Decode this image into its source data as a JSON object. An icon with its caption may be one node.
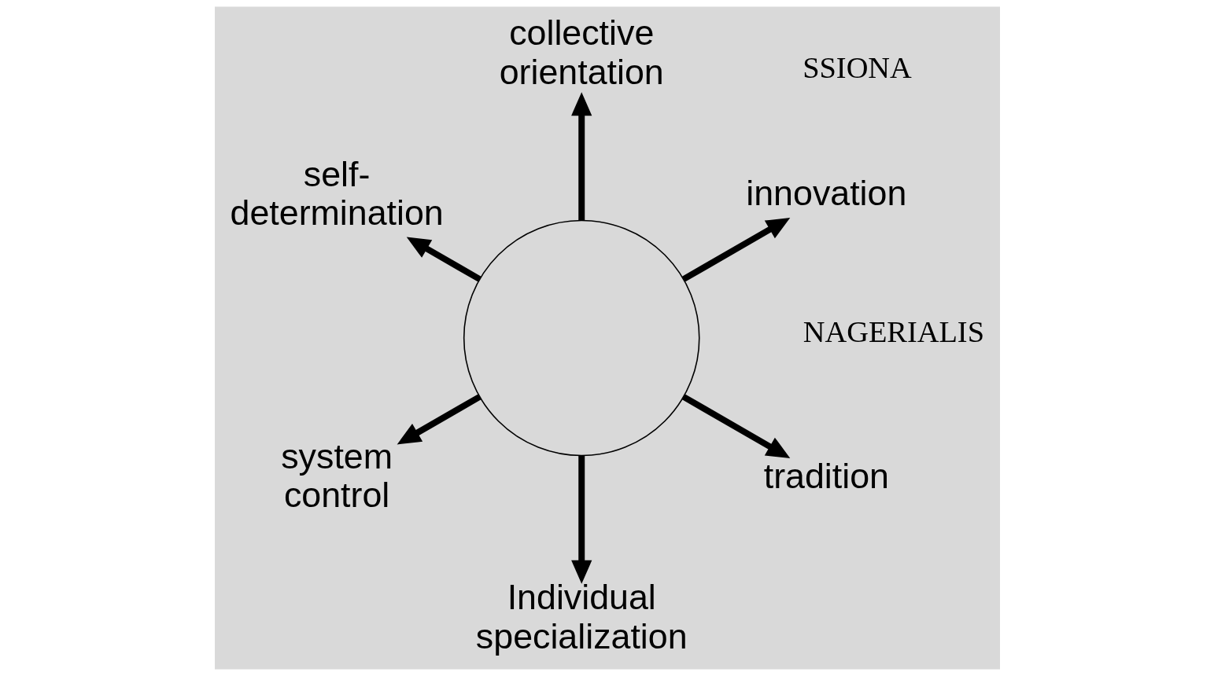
{
  "diagram": {
    "nodes": [
      {
        "text": [
          "innovation"
        ]
      },
      {
        "text": [
          "collective orientation"
        ]
      },
      {
        "text": [
          "self- determination"
        ]
      },
      {
        "text": [],
        "shape": "circle"
      },
      {
        "text": [
          "system control"
        ]
      },
      {
        "text": [
          "Individual specialization"
        ]
      },
      {
        "text": [
          "tradition"
        ]
      }
    ],
    "edges": [
      {
        "from": 3,
        "to": 0,
        "arrow": "to"
      },
      {
        "from": 3,
        "to": 2,
        "arrow": "to"
      },
      {
        "from": 3,
        "to": 5,
        "arrow": "to"
      },
      {
        "from": 3,
        "to": 6,
        "arrow": "to"
      },
      {
        "from": 3,
        "to": 4,
        "arrow": "to"
      },
      {
        "from": 3,
        "to": 1,
        "arrow": "to"
      }
    ],
    "labels": [
      "NAGERIALIS",
      "SSIONA"
    ]
  }
}
